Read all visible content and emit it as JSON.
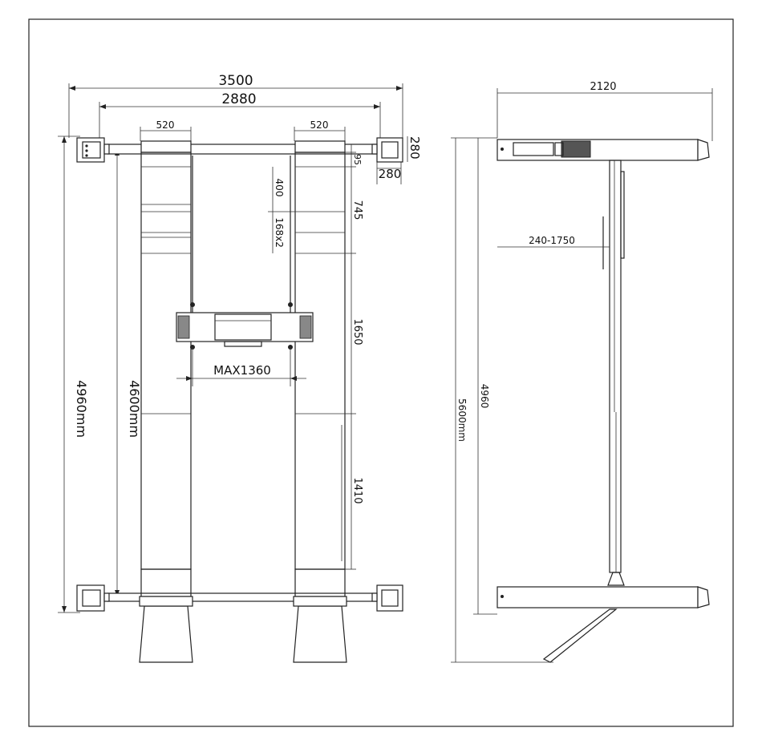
{
  "dimensions": {
    "overall_width": "3500",
    "column_span": "2880",
    "left_ramp_width": "520",
    "right_ramp_width": "520",
    "post_height": "280",
    "post_width": "280",
    "gap_95": "95",
    "seg_400": "400",
    "seg_168x2": "168x2",
    "seg_745": "745",
    "seg_1650": "1650",
    "seg_1410": "1410",
    "max_width": "MAX1360",
    "inner_length": "4600mm",
    "outer_length": "4960mm",
    "side_width": "2120",
    "side_range": "240-1750",
    "side_4960": "4960",
    "side_5600": "5600mm"
  },
  "colors": {
    "line": "#222222",
    "background": "#ffffff"
  }
}
